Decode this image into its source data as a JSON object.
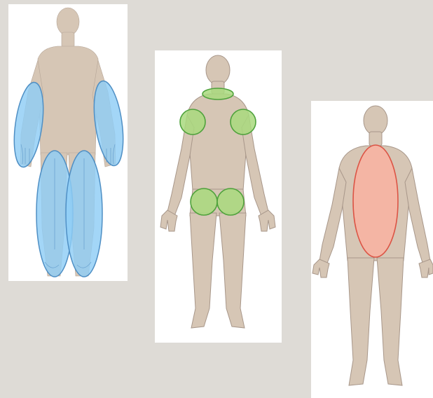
{
  "colors": {
    "background": "#dedbd6",
    "panel": "#ffffff",
    "skin": "#d6c6b5",
    "skin_outline": "#a8978a",
    "peripheral_fill": "#8fcdf5",
    "peripheral_stroke": "#4f8fc4",
    "proximal_fill": "#a9d97e",
    "proximal_stroke": "#4fa23c",
    "truncal_fill": "#f7b3a2",
    "truncal_stroke": "#dc5445"
  },
  "panels": [
    {
      "id": "peripheral-distribution",
      "highlight": "blue",
      "regions": [
        "left-arm",
        "right-arm",
        "left-leg",
        "right-leg"
      ]
    },
    {
      "id": "proximal-distribution",
      "highlight": "green",
      "regions": [
        "neck",
        "left-shoulder",
        "right-shoulder",
        "left-hip",
        "right-hip"
      ]
    },
    {
      "id": "truncal-distribution",
      "highlight": "red",
      "regions": [
        "trunk"
      ]
    }
  ]
}
